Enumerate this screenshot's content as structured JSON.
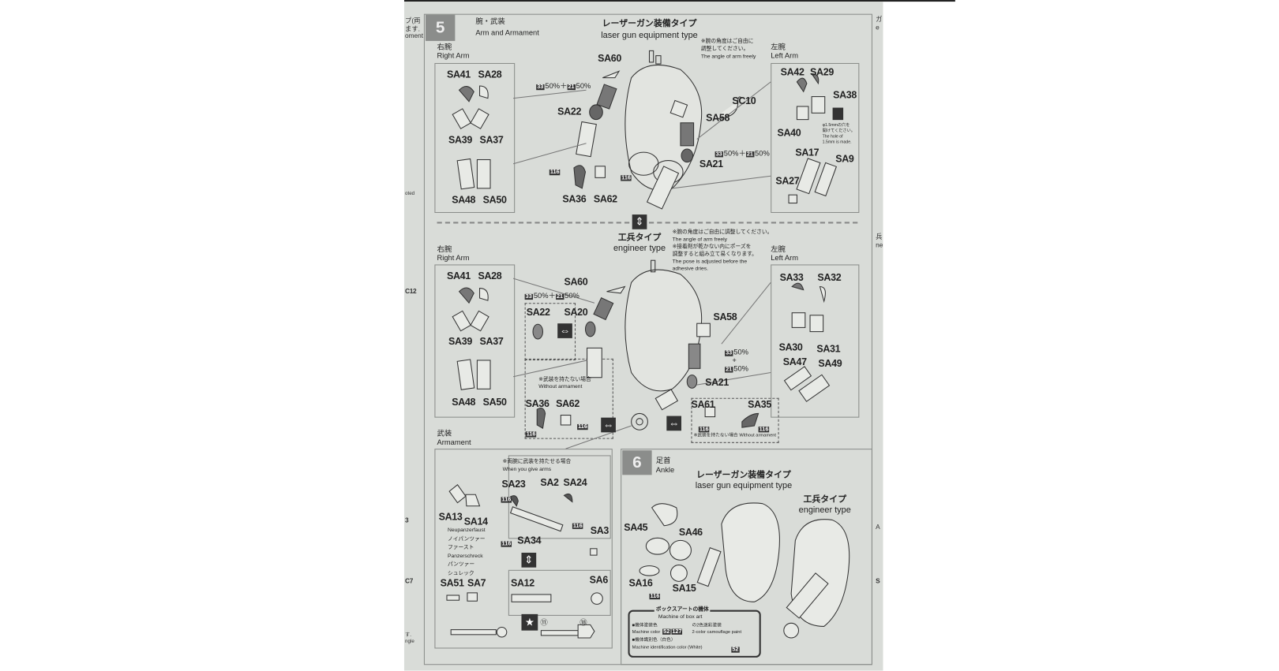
{
  "step5": {
    "number": "5",
    "title_jp": "腕・武装",
    "title_en": "Arm and Armament",
    "laser": {
      "title_jp": "レーザーガン装備タイプ",
      "title_en": "laser gun equipment type",
      "note": [
        "※腕の角度はご自由に",
        "調整してください。",
        "The angle of arm freely"
      ],
      "right_arm_jp": "右腕",
      "right_arm_en": "Right Arm",
      "left_arm_jp": "左腕",
      "left_arm_en": "Left Arm",
      "parts": {
        "sa41": "SA41",
        "sa28": "SA28",
        "sa39": "SA39",
        "sa37": "SA37",
        "sa48": "SA48",
        "sa50": "SA50",
        "sa60": "SA60",
        "sa22": "SA22",
        "sa36": "SA36",
        "sa62": "SA62",
        "sc10": "SC10",
        "sa58": "SA58",
        "sa21": "SA21",
        "sa42": "SA42",
        "sa29": "SA29",
        "sa38": "SA38",
        "sa40": "SA40",
        "sa17": "SA17",
        "sa9": "SA9",
        "sa27": "SA27"
      },
      "mix": {
        "c1": "33",
        "p1": "50%＋",
        "c2": "21",
        "p2": "50%"
      },
      "paint": "116",
      "hole_note": [
        "φ1.5mmの穴を",
        "開けてください。",
        "The hole of",
        "1.5mm is made."
      ]
    },
    "engineer": {
      "title_jp": "工兵タイプ",
      "title_en": "engineer type",
      "note": [
        "※腕の角度はご自由に調整してください。",
        "The angle of arm freely",
        "※接着剤が乾かない内にポーズを",
        "調整すると組み立て易くなります。",
        "The pose is adjusted before the",
        "adhesive dries."
      ],
      "right_arm_jp": "右腕",
      "right_arm_en": "Right Arm",
      "left_arm_jp": "左腕",
      "left_arm_en": "Left Arm",
      "parts": {
        "sa41": "SA41",
        "sa28": "SA28",
        "sa39": "SA39",
        "sa37": "SA37",
        "sa48": "SA48",
        "sa50": "SA50",
        "sa60": "SA60",
        "sa22": "SA22",
        "sa20": "SA20",
        "sa36": "SA36",
        "sa62": "SA62",
        "sa58": "SA58",
        "sa21": "SA21",
        "sa61": "SA61",
        "sa35": "SA35",
        "sa33": "SA33",
        "sa32": "SA32",
        "sa30": "SA30",
        "sa31": "SA31",
        "sa47": "SA47",
        "sa49": "SA49"
      },
      "without_jp": "※武装を持たない場合",
      "without_en": "Without armament",
      "without_inline": "※武装を持たない場合 Without armament",
      "plus": "+"
    },
    "armament": {
      "title_jp": "武装",
      "title_en": "Armament",
      "note_jp": "※両腕に武装を持たせる場合",
      "note_en": "When you give arms",
      "parts": {
        "sa23": "SA23",
        "sa2": "SA2",
        "sa24": "SA24",
        "sa34": "SA34",
        "sa13": "SA13",
        "sa14": "SA14",
        "sa3": "SA3",
        "sa51": "SA51",
        "sa7": "SA7",
        "sa12": "SA12",
        "sa6": "SA6"
      },
      "neu": [
        "Neupanzerfaust",
        "ノイパンツァー",
        "ファースト"
      ],
      "panzer": [
        "Panzerschreck",
        "パンツァー",
        "シュレック"
      ],
      "circ11": "⑪",
      "circ18": "⑱"
    }
  },
  "step6": {
    "number": "6",
    "title_jp": "足首",
    "title_en": "Ankle",
    "laser_jp": "レーザーガン装備タイプ",
    "laser_en": "laser gun equipment type",
    "eng_jp": "工兵タイプ",
    "eng_en": "engineer type",
    "parts": {
      "sa45": "SA45",
      "sa46": "SA46",
      "sa16": "SA16",
      "sa15": "SA15"
    },
    "paint": "116",
    "boxart": {
      "title_jp": "ボックスアートの機体",
      "title_en": "Machine of box art",
      "color_jp": "■機体塗装色",
      "c1": "52",
      "c2": "127",
      "camo_jp": "の2色迷彩塗装",
      "color_en": "Machine color",
      "camo_en": "2-color camouflage paint",
      "id_jp": "■機体識別色（白色）",
      "id_en": "Machine identification color (White)",
      "c3": "52"
    }
  },
  "edge": {
    "l1": "プ(両",
    "l2": "ます.",
    "l3": "oment",
    "l4": "oted",
    "l5": "C12",
    "l6": "3",
    "l7": "C7",
    "l8": "す.",
    "l9": "ngle",
    "r1": "ガ",
    "r2": "e",
    "r3": "兵",
    "r4": "ne",
    "r5": "A",
    "r6": "S"
  }
}
